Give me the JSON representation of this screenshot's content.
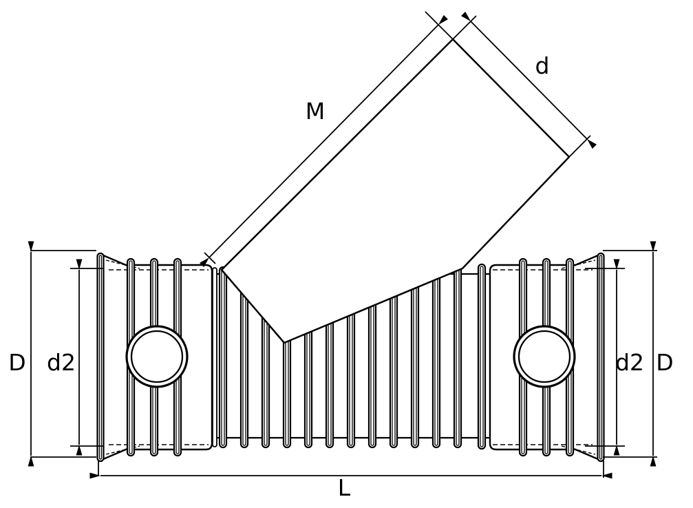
{
  "drawing": {
    "type": "technical-dimension-drawing",
    "subject": "corrugated pipe 45-degree branch fitting, side view",
    "colors": {
      "line": "#000000",
      "background": "#ffffff"
    }
  },
  "dimensions": {
    "branch_length": "M",
    "branch_diameter": "d",
    "outer_diameter_left": "D",
    "socket_inner_diameter_left": "d2",
    "socket_inner_diameter_right": "d2",
    "outer_diameter_right": "D",
    "overall_length": "L"
  }
}
